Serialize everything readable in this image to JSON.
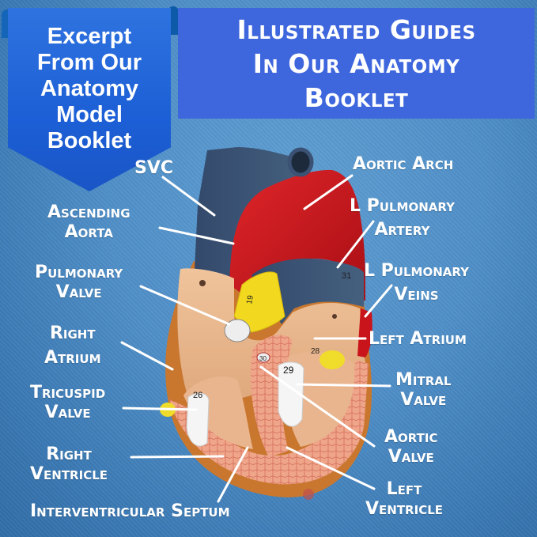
{
  "banner": {
    "lines": [
      "Excerpt",
      "From Our",
      "Anatomy",
      "Model",
      "Booklet"
    ]
  },
  "title": {
    "lines": [
      "Illustrated Guides",
      "In Our Anatomy",
      "Booklet"
    ]
  },
  "labels": {
    "svc": [
      "SVC"
    ],
    "ascending_aorta": [
      "Ascending",
      "Aorta"
    ],
    "pulmonary_valve": [
      "Pulmonary",
      "Valve"
    ],
    "right_atrium": [
      "Right",
      "Atrium"
    ],
    "tricuspid_valve": [
      "Tricuspid",
      "Valve"
    ],
    "right_ventricle": [
      "Right",
      "Ventricle"
    ],
    "interventricular_septum": [
      "Interventricular Septum"
    ],
    "aortic_arch": [
      "Aortic Arch"
    ],
    "l_pulmonary_artery": [
      "L Pulmonary",
      "Artery"
    ],
    "l_pulmonary_veins": [
      "L Pulmonary",
      "Veins"
    ],
    "left_atrium": [
      "Left Atrium"
    ],
    "mitral_valve": [
      "Mitral",
      "Valve"
    ],
    "aortic_valve": [
      "Aortic",
      "Valve"
    ],
    "left_ventricle": [
      "Left",
      "Ventricle"
    ]
  },
  "model_numbers": {
    "pulmonary_valve_tag": "19",
    "pulmonary_artery_tag": "31",
    "tricuspid_tag": "26",
    "mitral_tag": "29",
    "left_atrium_tag": "28",
    "aortic_valve_tag": "30"
  },
  "colors": {
    "background": "#4f8fc8",
    "banner": "#1c5fd6",
    "title_box": "#3e66dd",
    "aorta_red": "#c8141a",
    "vein_blue": "#3b5275",
    "pulmonary_yellow": "#f2d81e",
    "tissue_tan": "#e9b88e",
    "muscle_pink": "#e8977e"
  }
}
